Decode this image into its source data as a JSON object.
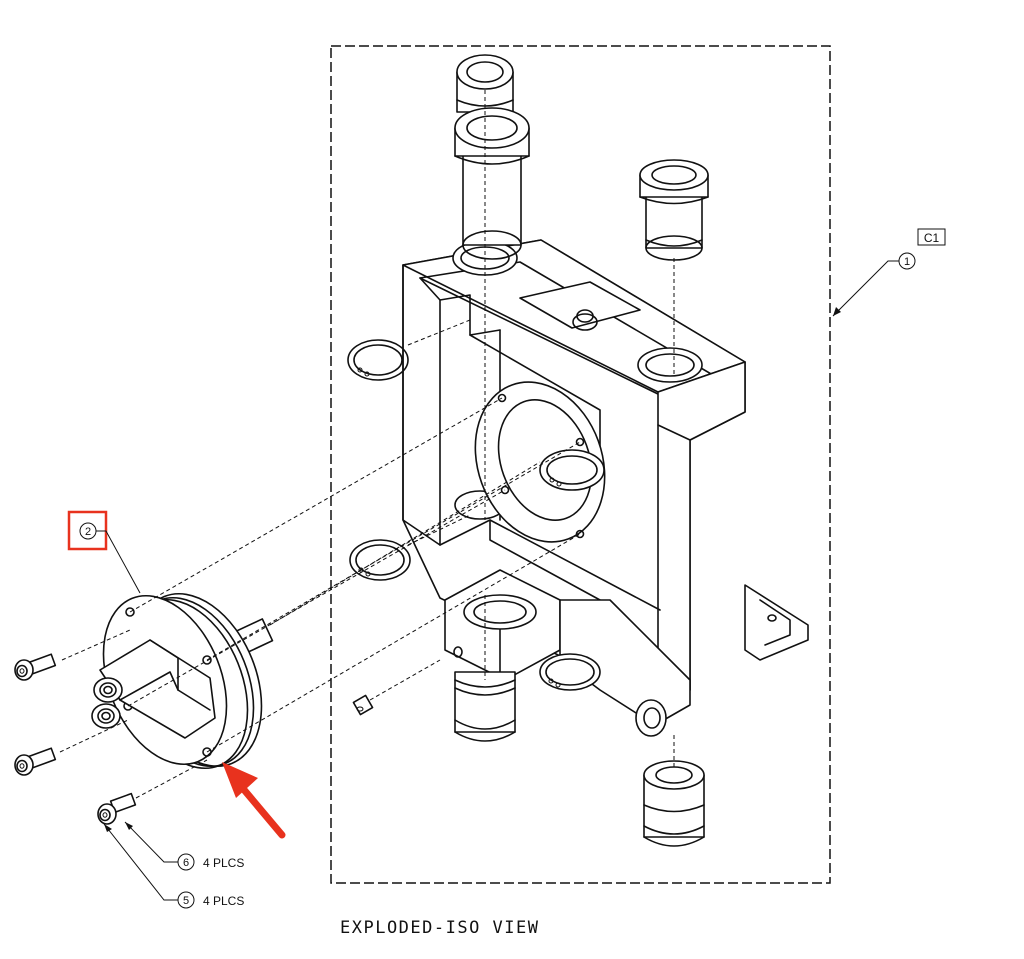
{
  "drawing": {
    "view_title": "EXPLODED-ISO VIEW",
    "revision_tag": "C1",
    "callouts": [
      {
        "number": "1",
        "note": ""
      },
      {
        "number": "2",
        "note": ""
      },
      {
        "number": "6",
        "note": "4 PLCS"
      },
      {
        "number": "5",
        "note": "4 PLCS"
      }
    ],
    "highlight_color": "#e8321e",
    "line_color": "#111111"
  }
}
